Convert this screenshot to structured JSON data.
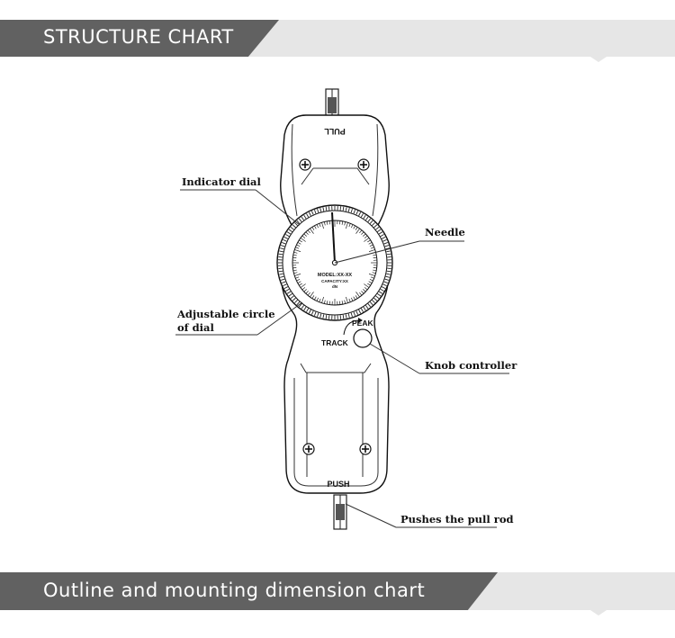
{
  "banners": {
    "structure": "STRUCTURE CHART",
    "outline": "Outline and mounting dimension chart"
  },
  "device": {
    "top_label": "PULL",
    "bottom_label": "PUSH",
    "peak": "PEAK",
    "track": "TRACK",
    "dial_model": "MODEL:XX-XX",
    "dial_capacity": "CAPACITY:XX",
    "dial_unit": "dN"
  },
  "callouts": {
    "indicator_dial": "Indicator dial",
    "needle": "Needle",
    "adjustable_1": "Adjustable circle",
    "adjustable_2": "of dial",
    "knob": "Knob controller",
    "pushes": "Pushes the pull rod"
  },
  "colors": {
    "banner_dark": "#616161",
    "banner_light": "#e6e6e6"
  }
}
